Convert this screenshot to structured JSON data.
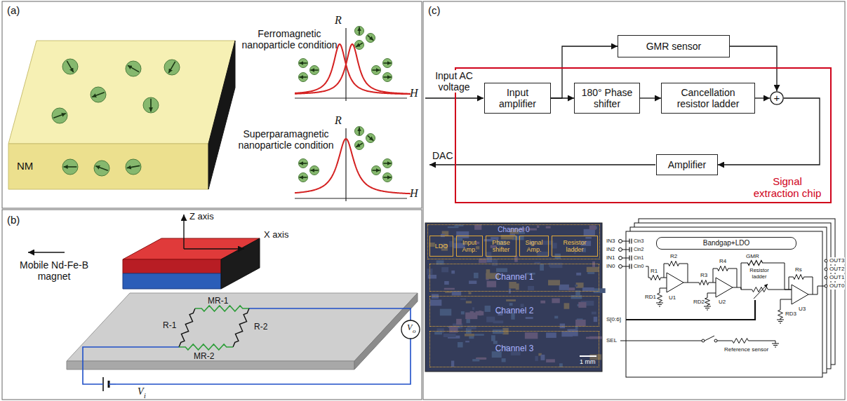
{
  "diagram": {
    "nodes": [
      {
        "text": [
          "Signal extraction chip"
        ]
      },
      {
        "text": [
          "Input amplifier"
        ],
        "in": 0
      },
      {
        "text": [
          "GMR sensor"
        ]
      },
      {
        "text": [
          "180° Phase shifter"
        ],
        "in": 0
      },
      {
        "text": [
          "Cancellation resistor ladder"
        ],
        "in": 0
      },
      {
        "text": [
          "+"
        ],
        "in": 0
      },
      {
        "text": [
          "Amplifier"
        ],
        "in": 0
      },
      {
        "text": [
          "Channel 0"
        ]
      },
      {
        "text": [
          "LDO"
        ],
        "in": 7
      },
      {
        "text": [
          "Input Amp."
        ],
        "in": 7
      },
      {
        "text": [
          "Phase shifter"
        ],
        "in": 7
      },
      {
        "text": [
          "Signal Amp."
        ],
        "in": 7
      },
      {
        "text": [
          "Resistor ladder"
        ],
        "in": 7
      },
      {
        "text": [
          "Channel 1"
        ]
      },
      {
        "text": [
          "Channel 2"
        ]
      },
      {
        "text": [
          "Channel 3"
        ]
      },
      {
        "text": [
          "Bandgap+LDO"
        ]
      }
    ],
    "edges": [
      {
        "from": 1,
        "to": 2,
        "arrow": "to"
      },
      {
        "from": 1,
        "to": 3,
        "arrow": "to"
      },
      {
        "from": 3,
        "to": 4,
        "arrow": "to"
      },
      {
        "from": 2,
        "to": 5,
        "arrow": "to"
      },
      {
        "from": 4,
        "to": 5,
        "arrow": "to"
      },
      {
        "from": 5,
        "to": 6,
        "arrow": "to"
      }
    ],
    "labels": [
      "(a)",
      "NM",
      "Ferromagnetic nanoparticle condition",
      "Superparamagnetic nanoparticle condition",
      "R",
      "H",
      "R",
      "H",
      "(b)",
      "Z axis",
      "X axis",
      "Mobile Nd-Fe-B magnet",
      "R-1",
      "R-2",
      "MR-1",
      "MR-2",
      "V",
      "o",
      "V",
      "i",
      "(c)",
      "Input AC voltage",
      "DAC",
      "1 mm",
      "IN3",
      "IN2",
      "IN1",
      "IN0",
      "Cin3",
      "Cin2",
      "Cin1",
      "Cin0",
      "R1",
      "R2",
      "RD1",
      "U1",
      "R3",
      "R4",
      "RD2",
      "U2",
      "GMR",
      "Resistor ladder",
      "Rs",
      "RD3",
      "U3",
      "S[0:6]",
      "SEL",
      "Reference sensor",
      "OUT3",
      "OUT2",
      "OUT1",
      "OUT0"
    ]
  }
}
